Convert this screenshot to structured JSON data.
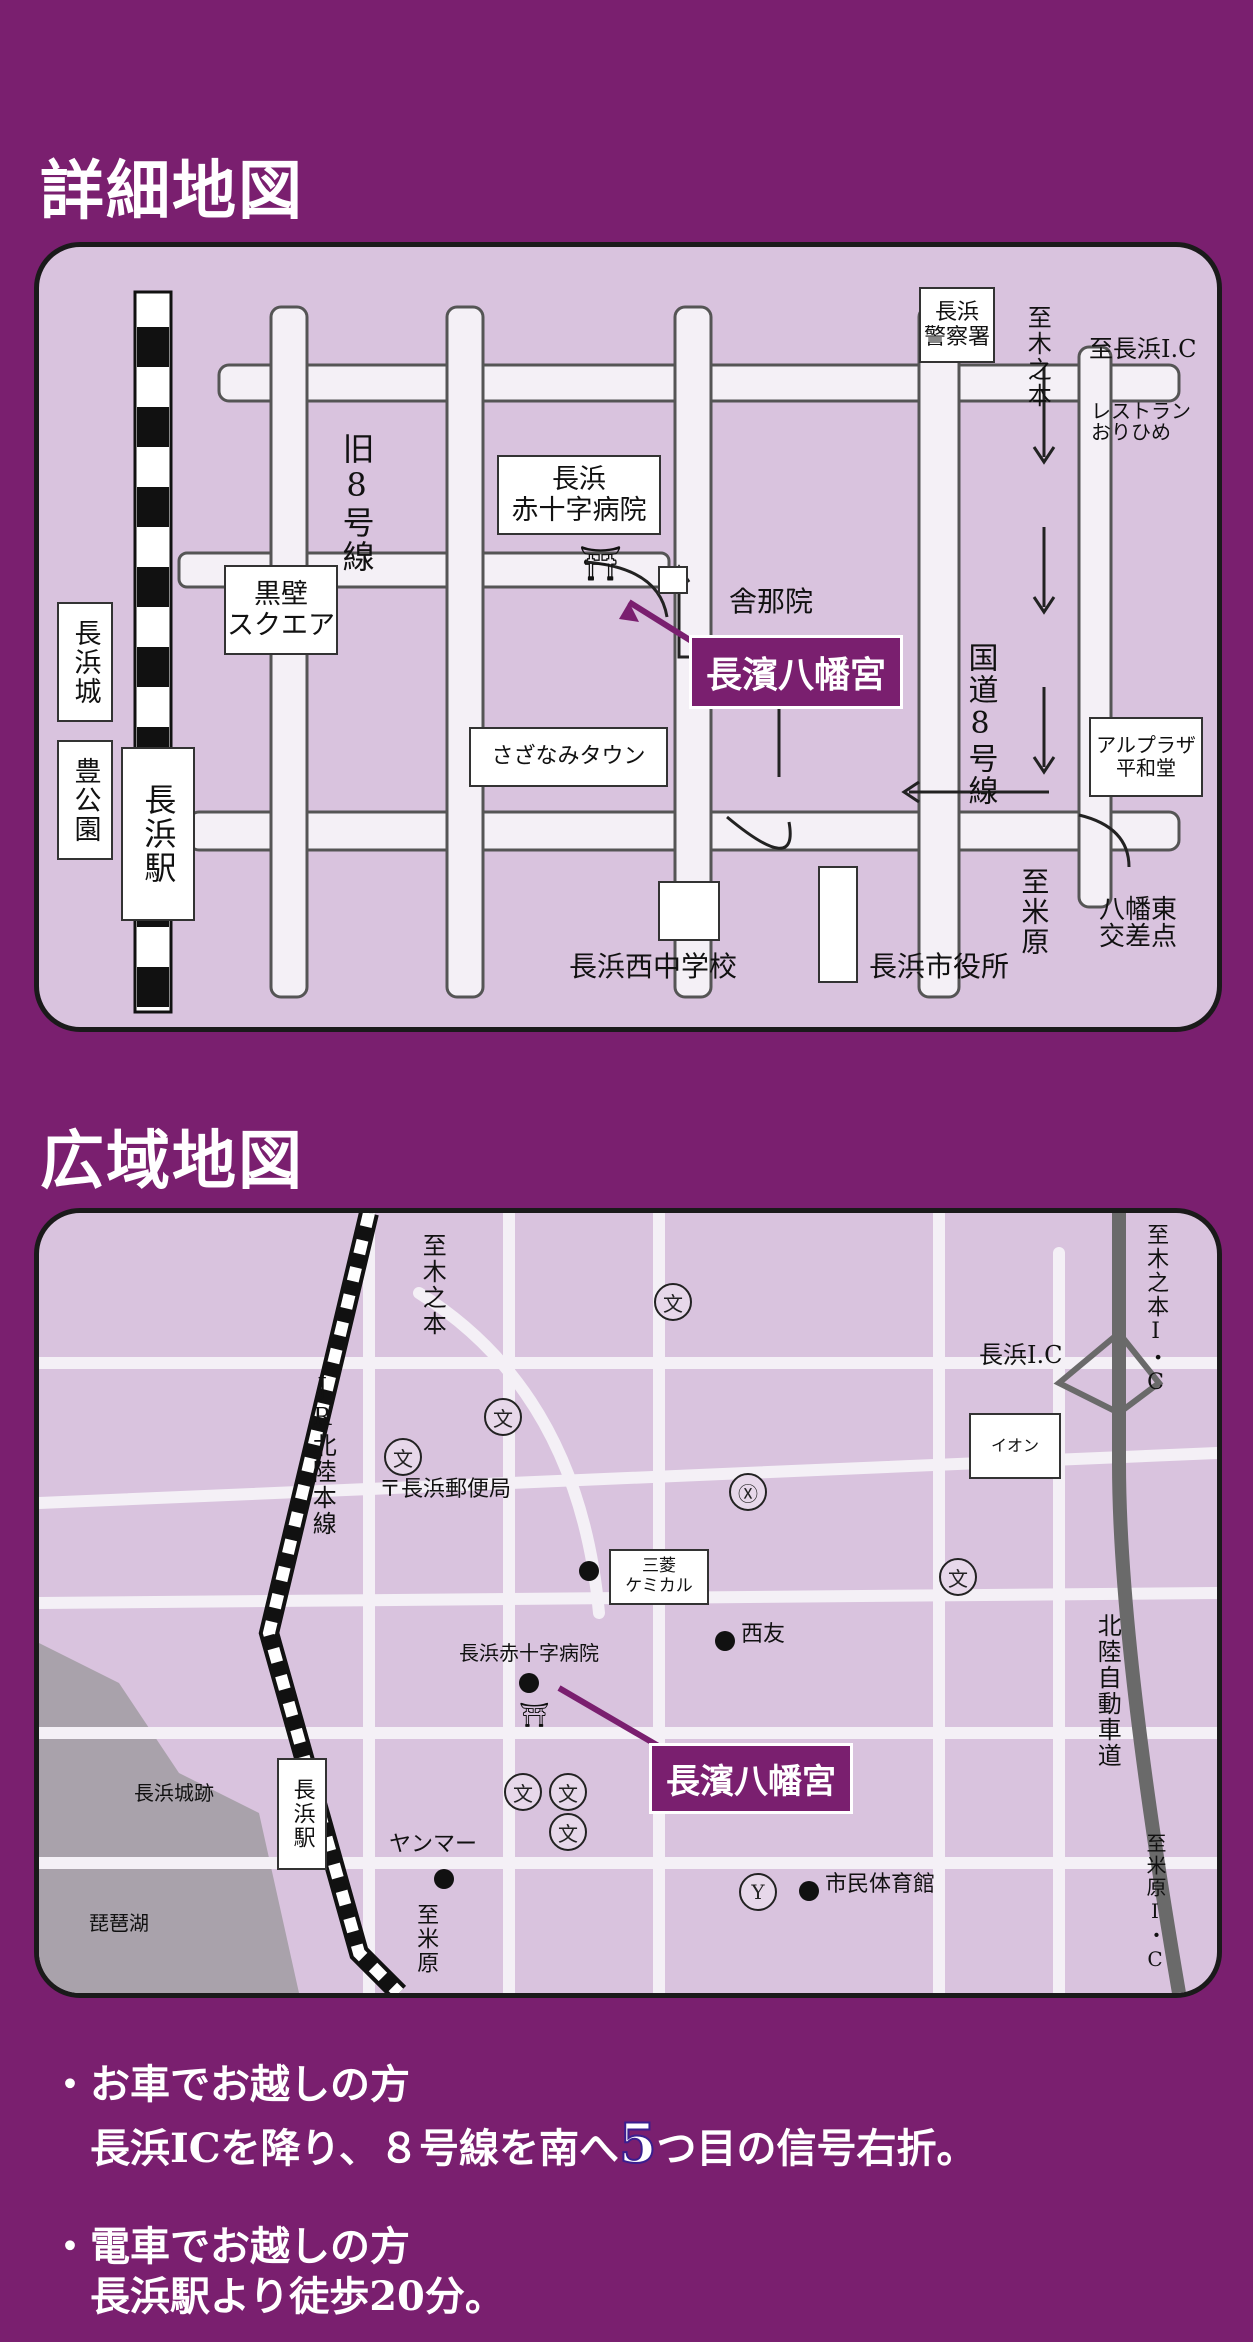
{
  "detail_map": {
    "heading": "詳細地図",
    "labels": {
      "old_route8": "旧8号線",
      "kurokabe": "黒壁\nスクエア",
      "nagahama_castle": "長浜城",
      "hou_park": "豊公園",
      "nagahama_station": "長浜駅",
      "red_cross": "長浜\n赤十字病院",
      "shanain": "舎那院",
      "shrine": "長濱八幡宮",
      "sazanami": "さざなみタウン",
      "police": "長浜\n警察署",
      "to_kinomoto": "至木之本",
      "to_nagahama_ic": "至長浜I.C",
      "restaurant": "レストラン\nおりひめ",
      "route8": "国道8号線",
      "alpla": "アルプラザ\n平和堂",
      "to_maibara": "至米原",
      "hachiman_east": "八幡東\n交差点",
      "nishi_chu": "長浜西中学校",
      "city_hall": "長浜市役所"
    }
  },
  "wide_map": {
    "heading": "広域地図",
    "labels": {
      "to_kinomoto": "至木之本",
      "jr_line": "JR北陸本線",
      "nagahama_ic": "長浜I.C",
      "to_kinomoto_ic": "至木之本I・C",
      "aeon": "イオン",
      "post_office": "〒長浜郵便局",
      "mitsubishi": "三菱\nケミカル",
      "seiyu": "西友",
      "red_cross": "長浜赤十字病院",
      "shrine": "長濱八幡宮",
      "expressway": "北陸自動車道",
      "castle_ruins": "長浜城跡",
      "station": "長浜駅",
      "yanmar": "ヤンマー",
      "gym": "市民体育館",
      "lake": "琵琶湖",
      "to_maibara": "至米原",
      "to_maibara_ic": "至米原I・C",
      "school_icon": "文",
      "school_icon_2": "文",
      "school_icon_3": "文",
      "school_icon_4": "文",
      "school_icon_5": "文",
      "school_icon_6": "文",
      "school_icon_7": "文",
      "police_icon": "Ⓧ",
      "fire_icon": "Y"
    }
  },
  "access": {
    "bullet": "・",
    "car_title": "お車でお越しの方",
    "car_text_a": "長浜ICを降り、８号線を南へ",
    "car_text_num": "5",
    "car_text_b": "つ目の信号右折。",
    "train_title": "電車でお越しの方",
    "train_text": "長浜駅より徒歩20分。"
  },
  "colors": {
    "background": "#7a1f6f",
    "map_fill": "#d9c3de",
    "road": "#f4f0f6"
  }
}
